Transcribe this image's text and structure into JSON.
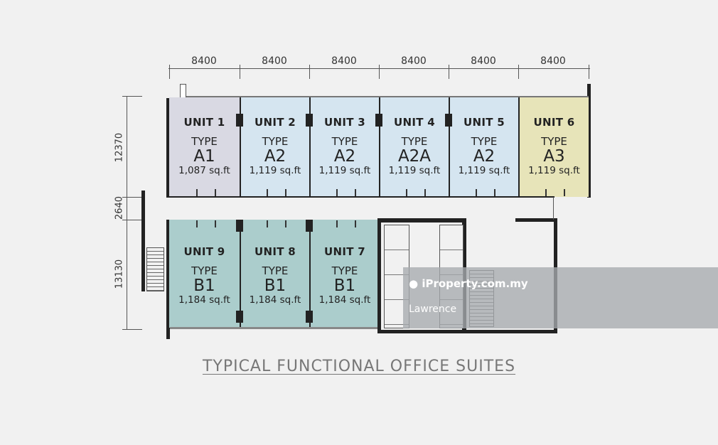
{
  "dimensions": {
    "widths": [
      "8400",
      "8400",
      "8400",
      "8400",
      "8400",
      "8400"
    ],
    "depths": [
      "12370",
      "2640",
      "13130"
    ]
  },
  "units_top": [
    {
      "unit": "UNIT 1",
      "type_label": "TYPE",
      "type": "A1",
      "area": "1,087 sq.ft",
      "color": "#d9d9e3"
    },
    {
      "unit": "UNIT 2",
      "type_label": "TYPE",
      "type": "A2",
      "area": "1,119 sq.ft",
      "color": "#d5e5f0"
    },
    {
      "unit": "UNIT 3",
      "type_label": "TYPE",
      "type": "A2",
      "area": "1,119 sq.ft",
      "color": "#d5e5f0"
    },
    {
      "unit": "UNIT 4",
      "type_label": "TYPE",
      "type": "A2A",
      "area": "1,119 sq.ft",
      "color": "#d5e5f0"
    },
    {
      "unit": "UNIT 5",
      "type_label": "TYPE",
      "type": "A2",
      "area": "1,119 sq.ft",
      "color": "#d5e5f0"
    },
    {
      "unit": "UNIT 6",
      "type_label": "TYPE",
      "type": "A3",
      "area": "1,119 sq.ft",
      "color": "#e7e4b9"
    }
  ],
  "units_bottom": [
    {
      "unit": "UNIT 9",
      "type_label": "TYPE",
      "type": "B1",
      "area": "1,184 sq.ft",
      "color": "#abcdcc"
    },
    {
      "unit": "UNIT 8",
      "type_label": "TYPE",
      "type": "B1",
      "area": "1,184 sq.ft",
      "color": "#abcdcc"
    },
    {
      "unit": "UNIT 7",
      "type_label": "TYPE",
      "type": "B1",
      "area": "1,184 sq.ft",
      "color": "#abcdcc"
    }
  ],
  "watermark": {
    "brand": "iProperty.com.my",
    "agent": "Lawrence"
  },
  "title": "TYPICAL FUNCTIONAL OFFICE SUITES"
}
